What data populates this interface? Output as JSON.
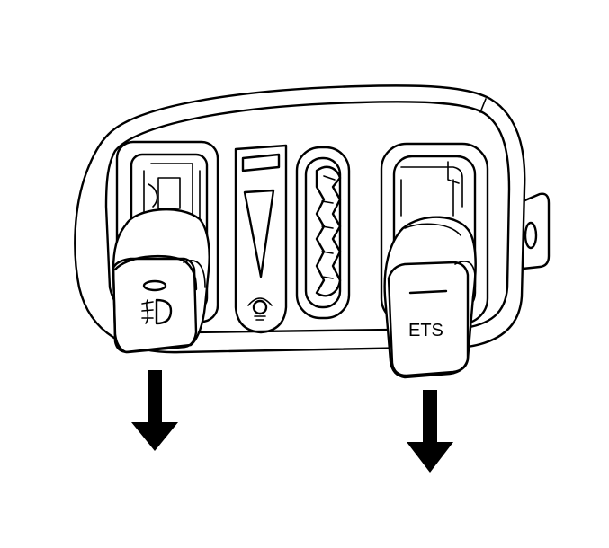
{
  "figure": {
    "right_knob_label": "ETS",
    "left_knob_icon": "fog-lamp-icon",
    "center_icon": "dimmer-light-icon",
    "thumbwheel_icon": "thumbwheel",
    "arrow_direction": "down",
    "line_color": "#000000",
    "fill_color": "#ffffff"
  }
}
